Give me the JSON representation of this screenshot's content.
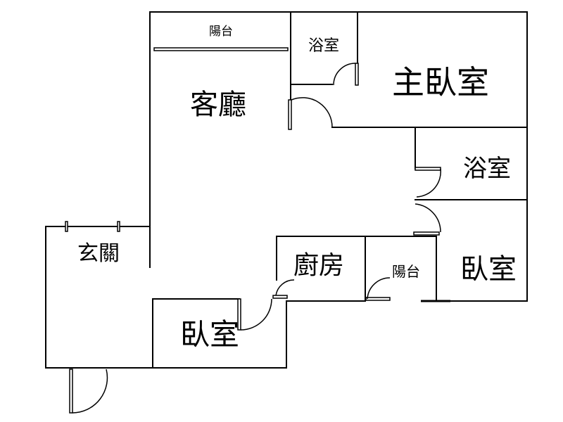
{
  "rooms": {
    "balcony_top": "陽台",
    "bath_small": "浴室",
    "master_bedroom": "主臥室",
    "living_room": "客廳",
    "bath_right": "浴室",
    "entrance": "玄關",
    "kitchen": "廚房",
    "balcony_small": "陽台",
    "bedroom_right": "臥室",
    "bedroom_bottom": "臥室"
  }
}
